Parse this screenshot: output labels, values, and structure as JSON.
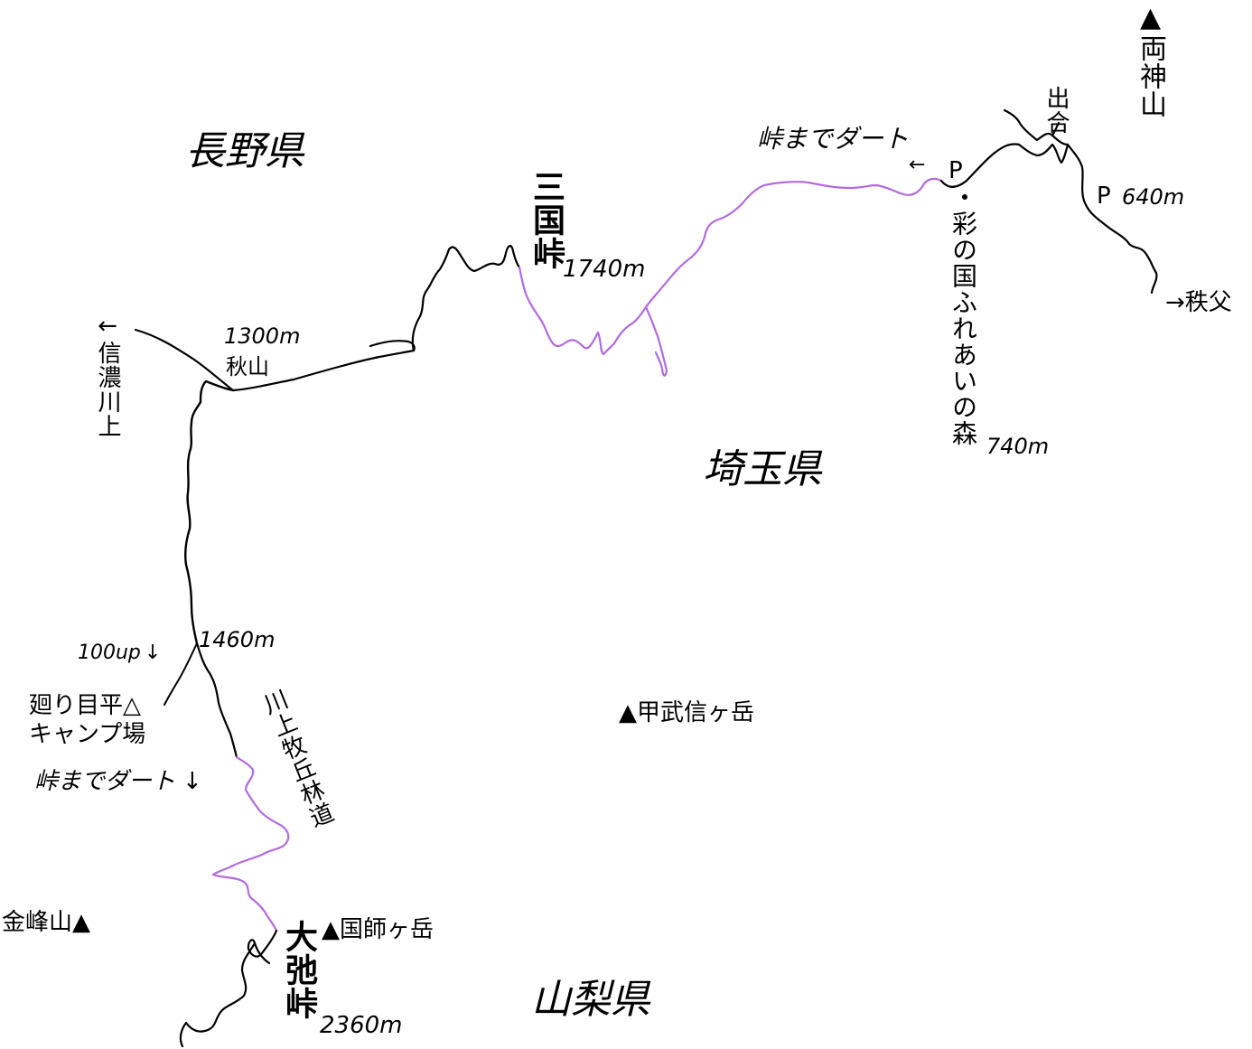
{
  "prefectures": {
    "nagano": "長野県",
    "saitama": "埼玉県",
    "yamanashi": "山梨県"
  },
  "mountains": {
    "ryokami": "▲両神山",
    "kobushi": "▲甲武信ヶ岳",
    "kokushi": "▲国師ヶ岳",
    "kinpu": "金峰山▲"
  },
  "passes": {
    "mikuni": "三国峠",
    "mikuni_elev": "1740m",
    "dainagare": "大弛峠",
    "dainagare_elev": "2360m"
  },
  "places": {
    "akiyama": "秋山",
    "akiyama_elev": "1300m",
    "junction_elev": "1460m",
    "deai": "出合",
    "parking_1": "P",
    "parking_1_name": "・彩の国ふれあいの森",
    "parking_1_elev": "740m",
    "parking_2": "P",
    "parking_2_elev": "640m",
    "camp": "廻り目平",
    "camp_2": "キャンプ場",
    "camp_icon": "△",
    "forest_road": "川上牧丘林道",
    "to_shinano": "←信濃川上",
    "to_chichibu": "→秩父"
  },
  "notes": {
    "dirt_to_pass_top": "峠までダート",
    "dirt_arrow_top": "←",
    "dirt_to_pass_left": "峠までダート",
    "dirt_arrow_left": "↓",
    "climb": "100up",
    "climb_arrow": "↓"
  },
  "colors": {
    "paved_road": "#000000",
    "dirt_road": "#b36ae0",
    "background": "#ffffff"
  }
}
